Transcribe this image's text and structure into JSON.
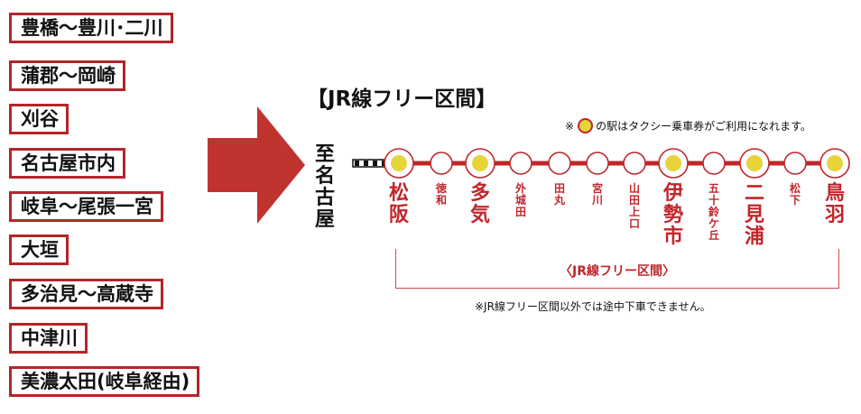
{
  "origins": [
    "豊橋～豊川･二川",
    "蒲郡～岡崎",
    "刈谷",
    "名古屋市内",
    "岐阜～尾張一宮",
    "大垣",
    "多治見～高蔵寺",
    "中津川",
    "美濃太田(岐阜経由)"
  ],
  "section": {
    "title": "【JR線フリー区間】",
    "destination": "至名古屋",
    "note_prefix": "※",
    "note_suffix": "の駅はタクシー乗車券がご利用になれます。",
    "bracket_label": "〈JR線フリー区間〉",
    "bottom_note": "※JR線フリー区間以外では途中下車できません。"
  },
  "stations": [
    {
      "name": "松阪",
      "taxi": true
    },
    {
      "name": "徳和",
      "taxi": false
    },
    {
      "name": "多気",
      "taxi": true
    },
    {
      "name": "外城田",
      "taxi": false
    },
    {
      "name": "田丸",
      "taxi": false
    },
    {
      "name": "宮川",
      "taxi": false
    },
    {
      "name": "山田上口",
      "taxi": false
    },
    {
      "name": "伊勢市",
      "taxi": true
    },
    {
      "name": "五十鈴ケ丘",
      "taxi": false
    },
    {
      "name": "二見浦",
      "taxi": true
    },
    {
      "name": "松下",
      "taxi": false
    },
    {
      "name": "鳥羽",
      "taxi": true
    }
  ],
  "colors": {
    "line": "#c0262b",
    "box_border": "#b3262a",
    "arrow": "#c0332f",
    "taxi_dot": "#e6d43a"
  }
}
